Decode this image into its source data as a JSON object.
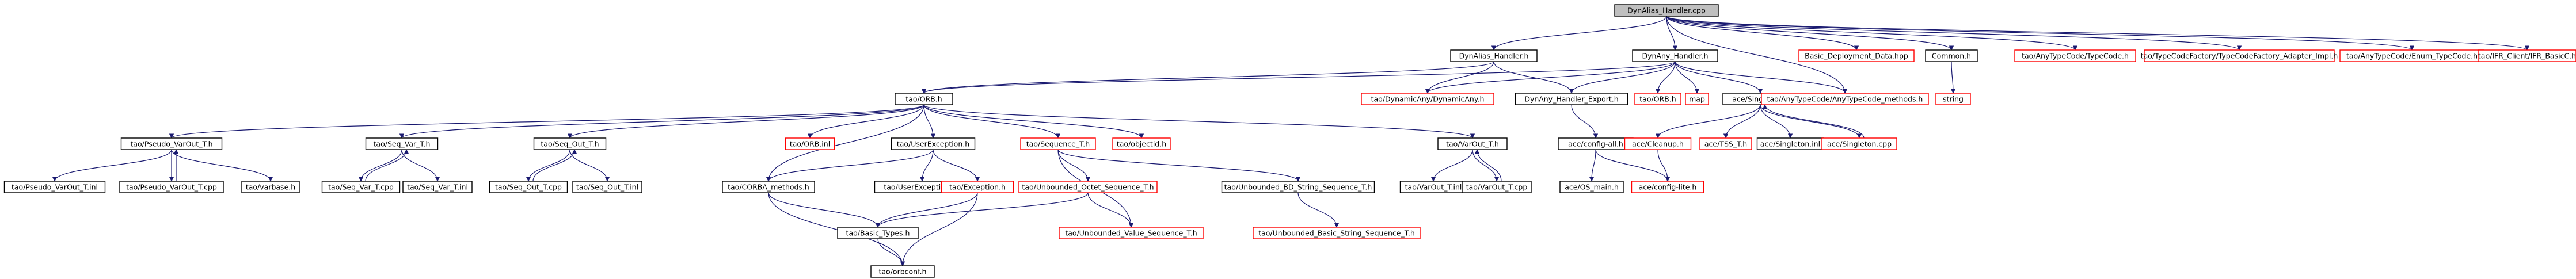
{
  "diagram": {
    "kind": "include-dependency-graph",
    "root": "DynAlias_Handler.cpp",
    "colors": {
      "root_fill": "#bfbfbf",
      "root_border": "#000000",
      "node_border": "#000000",
      "missing_border": "#ff0000",
      "edge": "#191970"
    },
    "nodes": [
      {
        "id": "root",
        "label": "DynAlias_Handler.cpp",
        "style": "root"
      },
      {
        "id": "dah",
        "label": "DynAlias_Handler.h",
        "style": "normal"
      },
      {
        "id": "dyh",
        "label": "DynAny_Handler.h",
        "style": "normal"
      },
      {
        "id": "bdd",
        "label": "Basic_Deployment_Data.hpp",
        "style": "missing"
      },
      {
        "id": "common",
        "label": "Common.h",
        "style": "normal"
      },
      {
        "id": "tc",
        "label": "tao/AnyTypeCode/TypeCode.h",
        "style": "missing"
      },
      {
        "id": "tcf",
        "label": "tao/TypeCodeFactory/TypeCodeFactory_Adapter_Impl.h",
        "style": "missing"
      },
      {
        "id": "etc",
        "label": "tao/AnyTypeCode/Enum_TypeCode.h",
        "style": "missing"
      },
      {
        "id": "ifr",
        "label": "tao/IFR_Client/IFR_BasicC.h",
        "style": "missing"
      },
      {
        "id": "orbh",
        "label": "tao/ORB.h",
        "style": "normal"
      },
      {
        "id": "dynany",
        "label": "tao/DynamicAny/DynamicAny.h",
        "style": "missing"
      },
      {
        "id": "dhexp",
        "label": "DynAny_Handler_Export.h",
        "style": "normal"
      },
      {
        "id": "orbh2",
        "label": "tao/ORB.h",
        "style": "missing"
      },
      {
        "id": "map",
        "label": "map",
        "style": "missing"
      },
      {
        "id": "singh",
        "label": "ace/Singleton.h",
        "style": "normal"
      },
      {
        "id": "atcm",
        "label": "tao/AnyTypeCode/AnyTypeCode_methods.h",
        "style": "missing"
      },
      {
        "id": "string",
        "label": "string",
        "style": "missing"
      },
      {
        "id": "pvoh",
        "label": "tao/Pseudo_VarOut_T.h",
        "style": "normal"
      },
      {
        "id": "svh",
        "label": "tao/Seq_Var_T.h",
        "style": "normal"
      },
      {
        "id": "soh",
        "label": "tao/Seq_Out_T.h",
        "style": "normal"
      },
      {
        "id": "orbinl",
        "label": "tao/ORB.inl",
        "style": "missing"
      },
      {
        "id": "ueh",
        "label": "tao/UserException.h",
        "style": "normal"
      },
      {
        "id": "seqh",
        "label": "tao/Sequence_T.h",
        "style": "missing"
      },
      {
        "id": "objid",
        "label": "tao/objectid.h",
        "style": "missing"
      },
      {
        "id": "voh",
        "label": "tao/VarOut_T.h",
        "style": "normal"
      },
      {
        "id": "cfgall",
        "label": "ace/config-all.h",
        "style": "normal"
      },
      {
        "id": "cleanup",
        "label": "ace/Cleanup.h",
        "style": "missing"
      },
      {
        "id": "tss",
        "label": "ace/TSS_T.h",
        "style": "missing"
      },
      {
        "id": "singinl",
        "label": "ace/Singleton.inl",
        "style": "normal"
      },
      {
        "id": "singcpp",
        "label": "ace/Singleton.cpp",
        "style": "missing"
      },
      {
        "id": "pvoinl",
        "label": "tao/Pseudo_VarOut_T.inl",
        "style": "normal"
      },
      {
        "id": "pvocpp",
        "label": "tao/Pseudo_VarOut_T.cpp",
        "style": "normal"
      },
      {
        "id": "varbase",
        "label": "tao/varbase.h",
        "style": "normal"
      },
      {
        "id": "svcpp",
        "label": "tao/Seq_Var_T.cpp",
        "style": "normal"
      },
      {
        "id": "svinl",
        "label": "tao/Seq_Var_T.inl",
        "style": "normal"
      },
      {
        "id": "socpp",
        "label": "tao/Seq_Out_T.cpp",
        "style": "normal"
      },
      {
        "id": "soinl",
        "label": "tao/Seq_Out_T.inl",
        "style": "normal"
      },
      {
        "id": "corbam",
        "label": "tao/CORBA_methods.h",
        "style": "normal"
      },
      {
        "id": "ueinl",
        "label": "tao/UserException.inl",
        "style": "normal"
      },
      {
        "id": "exch",
        "label": "tao/Exception.h",
        "style": "missing"
      },
      {
        "id": "uoseq",
        "label": "tao/Unbounded_Octet_Sequence_T.h",
        "style": "missing"
      },
      {
        "id": "ubsseq",
        "label": "tao/Unbounded_BD_String_Sequence_T.h",
        "style": "normal"
      },
      {
        "id": "voinl",
        "label": "tao/VarOut_T.inl",
        "style": "normal"
      },
      {
        "id": "vocpp",
        "label": "tao/VarOut_T.cpp",
        "style": "normal"
      },
      {
        "id": "osmain",
        "label": "ace/OS_main.h",
        "style": "normal"
      },
      {
        "id": "cfglite",
        "label": "ace/config-lite.h",
        "style": "missing"
      },
      {
        "id": "btypes",
        "label": "tao/Basic_Types.h",
        "style": "normal"
      },
      {
        "id": "uvseq",
        "label": "tao/Unbounded_Value_Sequence_T.h",
        "style": "missing"
      },
      {
        "id": "ubsseq2",
        "label": "tao/Unbounded_Basic_String_Sequence_T.h",
        "style": "missing"
      },
      {
        "id": "orbconf",
        "label": "tao/orbconf.h",
        "style": "normal"
      }
    ],
    "edges": [
      [
        "root",
        "dah"
      ],
      [
        "root",
        "dyh"
      ],
      [
        "root",
        "bdd"
      ],
      [
        "root",
        "common"
      ],
      [
        "root",
        "tc"
      ],
      [
        "root",
        "tcf"
      ],
      [
        "root",
        "etc"
      ],
      [
        "root",
        "ifr"
      ],
      [
        "root",
        "atcm"
      ],
      [
        "dah",
        "orbh"
      ],
      [
        "dah",
        "dynany"
      ],
      [
        "dah",
        "dhexp"
      ],
      [
        "dyh",
        "orbh"
      ],
      [
        "dyh",
        "dynany"
      ],
      [
        "dyh",
        "dhexp"
      ],
      [
        "dyh",
        "orbh2"
      ],
      [
        "dyh",
        "map"
      ],
      [
        "dyh",
        "singh"
      ],
      [
        "dyh",
        "atcm"
      ],
      [
        "common",
        "string"
      ],
      [
        "orbh",
        "pvoh"
      ],
      [
        "orbh",
        "svh"
      ],
      [
        "orbh",
        "soh"
      ],
      [
        "orbh",
        "orbinl"
      ],
      [
        "orbh",
        "ueh"
      ],
      [
        "orbh",
        "seqh"
      ],
      [
        "orbh",
        "objid"
      ],
      [
        "orbh",
        "voh"
      ],
      [
        "orbh",
        "corbam"
      ],
      [
        "dhexp",
        "cfgall"
      ],
      [
        "singh",
        "cleanup"
      ],
      [
        "singh",
        "tss"
      ],
      [
        "singh",
        "singinl"
      ],
      [
        "singh",
        "singcpp"
      ],
      [
        "singcpp",
        "singh"
      ],
      [
        "pvoh",
        "pvoinl"
      ],
      [
        "pvoh",
        "pvocpp"
      ],
      [
        "pvoh",
        "varbase"
      ],
      [
        "pvocpp",
        "pvoh"
      ],
      [
        "svh",
        "svcpp"
      ],
      [
        "svh",
        "svinl"
      ],
      [
        "svcpp",
        "svh"
      ],
      [
        "soh",
        "socpp"
      ],
      [
        "soh",
        "soinl"
      ],
      [
        "socpp",
        "soh"
      ],
      [
        "ueh",
        "corbam"
      ],
      [
        "ueh",
        "ueinl"
      ],
      [
        "ueh",
        "exch"
      ],
      [
        "seqh",
        "uoseq"
      ],
      [
        "seqh",
        "ubsseq"
      ],
      [
        "seqh",
        "uvseq"
      ],
      [
        "voh",
        "voinl"
      ],
      [
        "voh",
        "vocpp"
      ],
      [
        "vocpp",
        "voh"
      ],
      [
        "cfgall",
        "osmain"
      ],
      [
        "cfgall",
        "cfglite"
      ],
      [
        "cleanup",
        "cfglite"
      ],
      [
        "corbam",
        "orbconf"
      ],
      [
        "corbam",
        "btypes"
      ],
      [
        "exch",
        "btypes"
      ],
      [
        "exch",
        "orbconf"
      ],
      [
        "uoseq",
        "btypes"
      ],
      [
        "uoseq",
        "uvseq"
      ],
      [
        "ubsseq",
        "ubsseq2"
      ],
      [
        "btypes",
        "orbconf"
      ]
    ]
  }
}
